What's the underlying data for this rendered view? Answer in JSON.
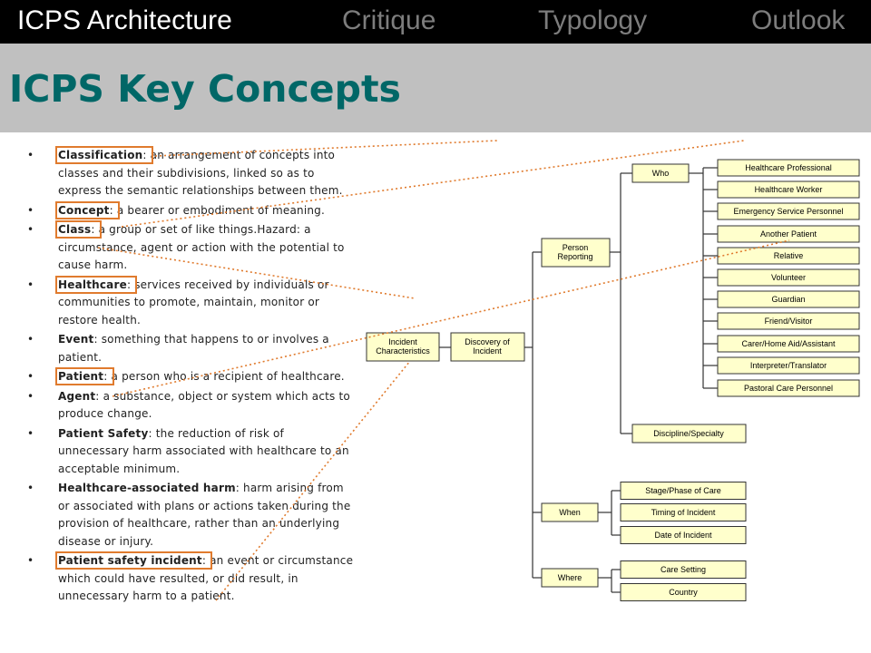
{
  "nav": {
    "items": [
      {
        "label": "ICPS Architecture",
        "active": true
      },
      {
        "label": "Critique",
        "active": false
      },
      {
        "label": "Typology",
        "active": false
      },
      {
        "label": "Outlook",
        "active": false
      }
    ]
  },
  "header": {
    "title": "ICPS Key Concepts"
  },
  "concepts": [
    {
      "term": "Classification",
      "sep": ": ",
      "def": "an arrangement of concepts into classes and their subdivisions,  linked so as to express the semantic relationships  between them.",
      "boxed": true
    },
    {
      "term": "Concept",
      "sep": ": ",
      "def": "a bearer or embodiment  of meaning.",
      "boxed": true
    },
    {
      "term": "Class",
      "sep": ": ",
      "def": "a group or set of like things.Hazard:  a circumstance, agent or action with the potential to cause harm.",
      "boxed": true
    },
    {
      "term": "Healthcare",
      "sep": ": ",
      "def": "services received by individuals  or communities to promote, maintain, monitor or restore health.",
      "boxed": true
    },
    {
      "term": "Event",
      "sep": ": ",
      "def": "something  that happens to or involves  a patient.",
      "boxed": false
    },
    {
      "term": "Patient",
      "sep": ": ",
      "def": "a person who is a recipient  of healthcare.",
      "boxed": true
    },
    {
      "term": "Agent",
      "sep": ": ",
      "def": "a substance, object or system which acts to produce change.",
      "boxed": false
    },
    {
      "term": "Patient Safety",
      "sep": ": ",
      "def": "the reduction of risk of unnecessary harm associated with healthcare to an acceptable minimum.",
      "boxed": false
    },
    {
      "term": "Healthcare-associated harm",
      "sep": ": ",
      "def": "harm arising from or associated with plans or actions taken during the provision of healthcare, rather than an underlying  disease or injury.",
      "boxed": false
    },
    {
      "term": "Patient safety incident",
      "sep": ": ",
      "def": "an event or circumstance which could have resulted, or did result, in unnecessary harm to a patient.",
      "boxed": true
    }
  ],
  "diagram": {
    "incident_characteristics": "Incident Characteristics",
    "discovery_of_incident": "Discovery of Incident",
    "person_reporting": "Person Reporting",
    "who": "Who",
    "when": "When",
    "where": "Where",
    "who_items": [
      "Healthcare Professional",
      "Healthcare Worker",
      "Emergency Service Personnel",
      "Another Patient",
      "Relative",
      "Volunteer",
      "Guardian",
      "Friend/Visitor",
      "Carer/Home Aid/Assistant",
      "Interpreter/Translator",
      "Pastoral Care Personnel"
    ],
    "discipline": "Discipline/Specialty",
    "when_items": [
      "Stage/Phase of Care",
      "Timing of Incident",
      "Date of Incident"
    ],
    "where_items": [
      "Care Setting",
      "Country"
    ]
  },
  "colors": {
    "nav_bg": "#000000",
    "nav_active": "#ffffff",
    "nav_inactive": "#7d7d7d",
    "header_bg": "#c0c0c0",
    "title": "#006767",
    "box_fill": "#ffffcc",
    "highlight": "#e07b2e"
  }
}
